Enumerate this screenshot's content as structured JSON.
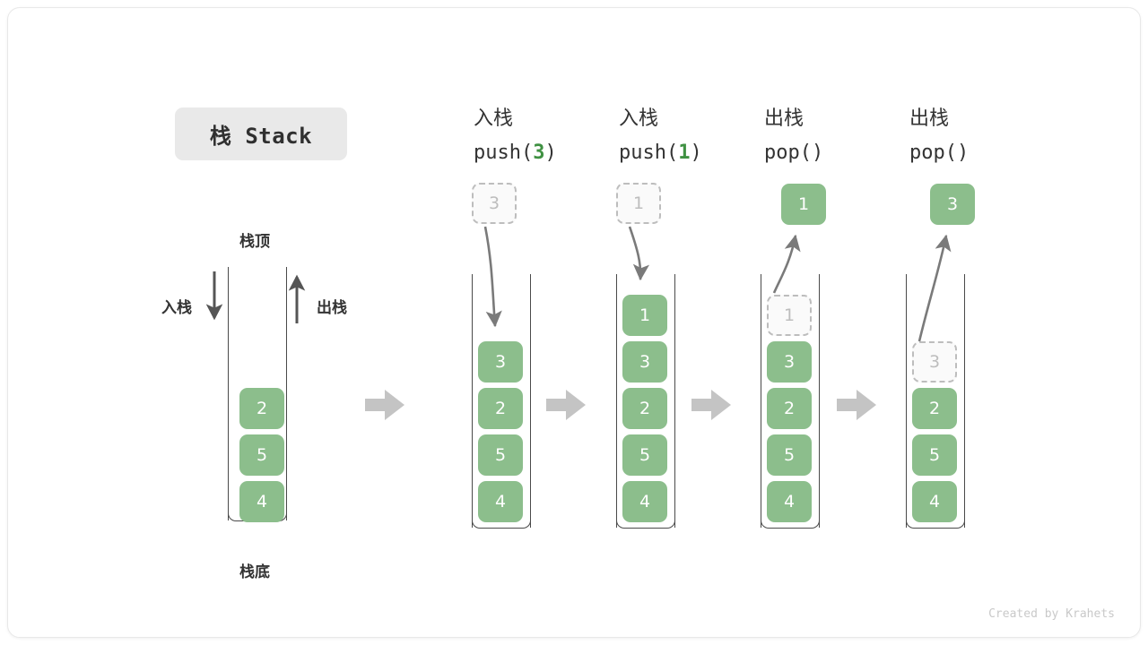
{
  "title": {
    "text": "栈 Stack"
  },
  "labels": {
    "top": "栈顶",
    "bottom": "栈底",
    "push": "入栈",
    "pop": "出栈"
  },
  "credit": "Created by Krahets",
  "colors": {
    "element": "#8cbe8c",
    "ghost_border": "#bdbdbd",
    "accent_num": "#3f9142",
    "arrow": "#7a7a7a",
    "block_arrow": "#c4c4c4",
    "chip_bg": "#e9e9e9"
  },
  "steps": [
    {
      "id": "initial",
      "header_cn": "",
      "header_code": "",
      "header_num": "",
      "stack": [
        "2",
        "5",
        "4"
      ],
      "ghost_in_stack": null,
      "floating_box": null,
      "floating_kind": null
    },
    {
      "id": "push-3",
      "header_cn": "入栈",
      "header_code_prefix": "push(",
      "header_num": "3",
      "header_code_suffix": ")",
      "stack": [
        "3",
        "2",
        "5",
        "4"
      ],
      "ghost_in_stack": null,
      "floating_box": "3",
      "floating_kind": "ghost"
    },
    {
      "id": "push-1",
      "header_cn": "入栈",
      "header_code_prefix": "push(",
      "header_num": "1",
      "header_code_suffix": ")",
      "stack": [
        "1",
        "3",
        "2",
        "5",
        "4"
      ],
      "ghost_in_stack": null,
      "floating_box": "1",
      "floating_kind": "ghost"
    },
    {
      "id": "pop-1",
      "header_cn": "出栈",
      "header_code_prefix": "pop(",
      "header_num": "",
      "header_code_suffix": ")",
      "stack": [
        "3",
        "2",
        "5",
        "4"
      ],
      "ghost_in_stack": "1",
      "floating_box": "1",
      "floating_kind": "solid"
    },
    {
      "id": "pop-3",
      "header_cn": "出栈",
      "header_code_prefix": "pop(",
      "header_num": "",
      "header_code_suffix": ")",
      "stack": [
        "2",
        "5",
        "4"
      ],
      "ghost_in_stack": "3",
      "floating_box": "3",
      "floating_kind": "solid"
    }
  ],
  "stack0": {
    "b0": "2",
    "b1": "5",
    "b2": "4"
  },
  "stack1": {
    "ghost": "3",
    "b0": "3",
    "b1": "2",
    "b2": "5",
    "b3": "4"
  },
  "stack2": {
    "ghost": "1",
    "b0": "1",
    "b1": "3",
    "b2": "2",
    "b3": "5",
    "b4": "4"
  },
  "stack3": {
    "out": "1",
    "g": "1",
    "b0": "3",
    "b1": "2",
    "b2": "5",
    "b3": "4"
  },
  "stack4": {
    "out": "3",
    "g": "3",
    "b0": "2",
    "b1": "5",
    "b2": "4"
  },
  "headers": {
    "h1_cn": "入栈",
    "h1_pre": "push(",
    "h1_num": "3",
    "h1_post": ")",
    "h2_cn": "入栈",
    "h2_pre": "push(",
    "h2_num": "1",
    "h2_post": ")",
    "h3_cn": "出栈",
    "h3_pre": "pop(",
    "h3_num": "",
    "h3_post": ")",
    "h4_cn": "出栈",
    "h4_pre": "pop(",
    "h4_num": "",
    "h4_post": ")"
  }
}
